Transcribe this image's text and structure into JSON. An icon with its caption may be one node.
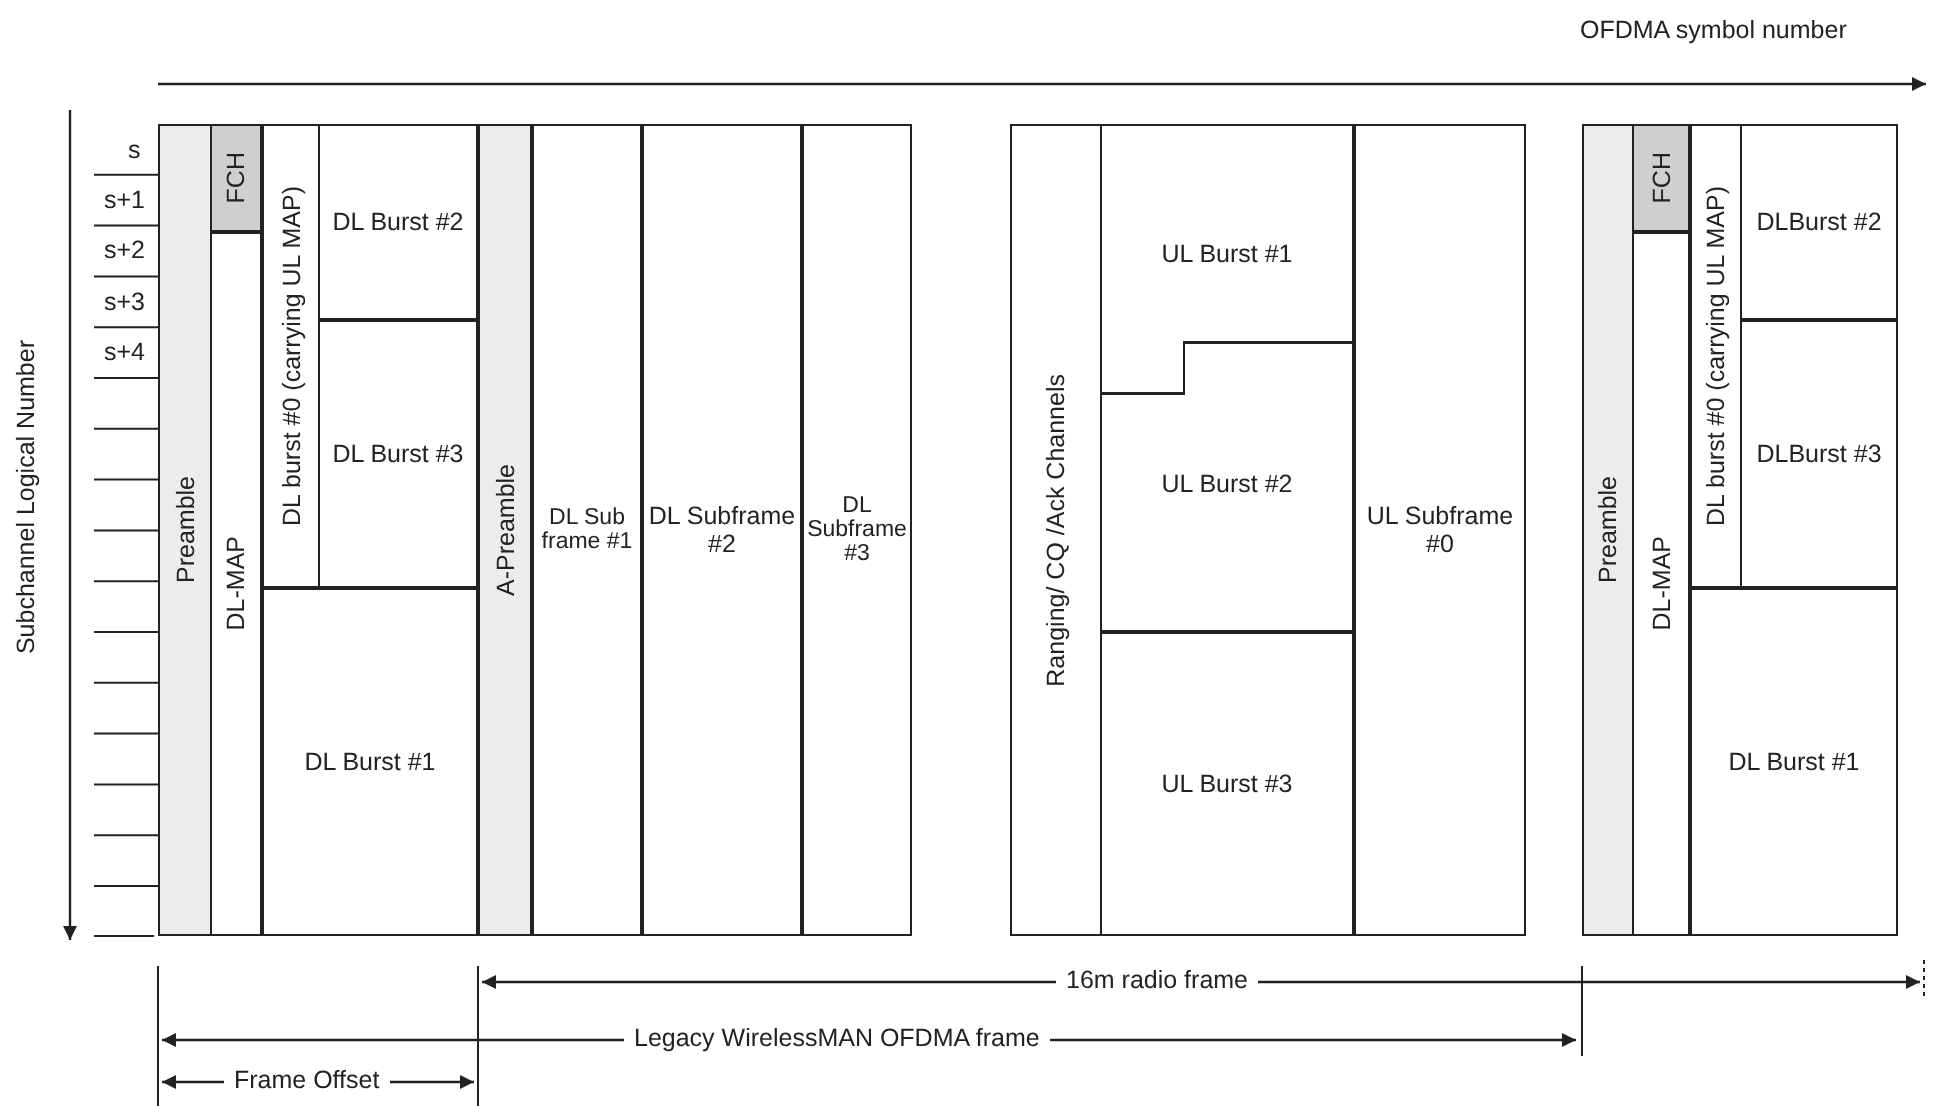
{
  "diagram": {
    "nodes": [
      {
        "text": [
          "Preamble"
        ]
      },
      {
        "text": [
          "FCH"
        ]
      },
      {
        "text": [
          "DL-MAP"
        ]
      },
      {
        "text": [
          "DL burst #0 (carrying UL MAP)"
        ]
      },
      {
        "text": [
          "DL Burst #2"
        ]
      },
      {
        "text": [
          "DL Burst #3"
        ]
      },
      {
        "text": [
          "DL Burst #1"
        ]
      },
      {
        "text": [
          "A-Preamble"
        ]
      },
      {
        "text": [
          "DL Sub frame #1"
        ]
      },
      {
        "text": [
          "DL Subframe #2"
        ]
      },
      {
        "text": [
          "DL Subframe #3"
        ]
      },
      {
        "text": [
          "Ranging/ CQ /Ack Channels"
        ]
      },
      {
        "text": [
          "UL Burst #1"
        ]
      },
      {
        "text": [
          "UL Burst #2"
        ]
      },
      {
        "text": [
          "UL Burst #3"
        ]
      },
      {
        "text": [
          "UL Subframe #0"
        ]
      },
      {
        "text": [
          "Preamble"
        ]
      },
      {
        "text": [
          "FCH"
        ]
      },
      {
        "text": [
          "DL-MAP"
        ]
      },
      {
        "text": [
          "DL burst #0 (carrying UL MAP)"
        ]
      },
      {
        "text": [
          "DLBurst #2"
        ]
      },
      {
        "text": [
          "DLBurst #3"
        ]
      },
      {
        "text": [
          "DL Burst #1"
        ]
      }
    ],
    "edges": [],
    "labels": [
      "OFDMA symbol number",
      "Subchannel Logical Number",
      "s",
      "s+1",
      "s+2",
      "s+3",
      "s+4",
      "16m radio frame",
      "Legacy WirelessMAN OFDMA frame",
      "Frame Offset"
    ]
  }
}
